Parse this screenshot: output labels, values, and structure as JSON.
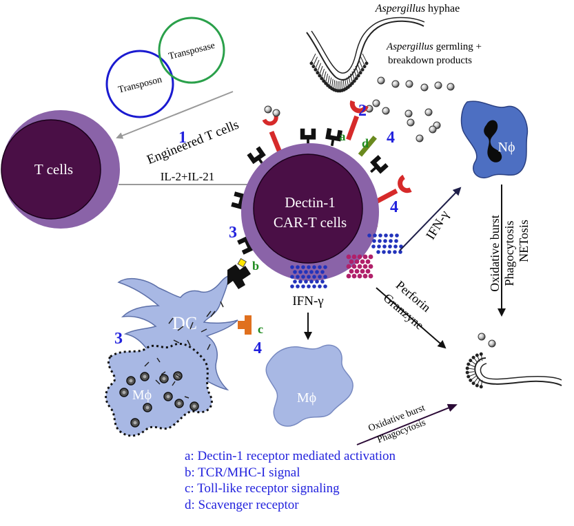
{
  "colors": {
    "tcell_purple": "#4a0f46",
    "tcell_halo": "#8a63a8",
    "macrophage_blue": "#9aaee0",
    "neutrophil_blue": "#4d6fc2",
    "dectin_red": "#d62a2a",
    "tlr_orange": "#e0701e",
    "scavenger_green": "#6a8a1e",
    "legend_blue": "#2222dd",
    "number_blue": "#2222dd",
    "letter_green": "#1d8a1d",
    "ifn_dots_blue": "#2233bb",
    "perforin_dots_pink": "#b0206a"
  },
  "plasmids": {
    "transposon": "Transposon",
    "transposase": "Transposase"
  },
  "cells": {
    "tcell": "T cells",
    "car_line1": "Dectin-1",
    "car_line2": "CAR-T cells",
    "dc": "DC",
    "mphi_dotted": "Mϕ",
    "mphi_center": "Mϕ",
    "neutrophil": "Nϕ"
  },
  "labels": {
    "engineered": "Engineered T cells",
    "il": "IL-2+IL-21",
    "hyphae_italic": "Aspergillus",
    "hyphae_rest": " hyphae",
    "germling_italic": "Aspergillus",
    "germling_rest": " germling +",
    "germling_line2": "breakdown products",
    "ifn_down": "IFN-γ",
    "ifn_diag": "IFN-γ",
    "perforin": "Perforin",
    "granzyne": "Granzyne",
    "neutro_effects": [
      "Oxidative burst",
      "Phagocytosis",
      "NETosis"
    ],
    "mphi_effects": [
      "Oxidative burst",
      "Phagocytosis"
    ]
  },
  "markers": {
    "n1": "1",
    "n2": "2",
    "n3_top": "3",
    "n3_left": "3",
    "n4_top": "4",
    "n4_mid": "4",
    "n4_low": "4",
    "a": "a",
    "b": "b",
    "c": "c",
    "d": "d"
  },
  "legend": [
    "a: Dectin-1 receptor mediated activation",
    "b: TCR/MHC-I signal",
    "c: Toll-like receptor signaling",
    "d: Scavenger receptor"
  ]
}
